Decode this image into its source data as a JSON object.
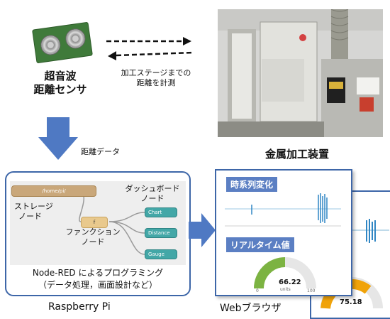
{
  "sensor": {
    "label_line1": "超音波",
    "label_line2": "距離センサ"
  },
  "measure": {
    "line1": "加工ステージまでの",
    "line2": "距離を計測"
  },
  "machine": {
    "label": "金属加工装置"
  },
  "flow": {
    "distance_data": "距離データ"
  },
  "node_red": {
    "storage_node": "/home/pi/",
    "function_node": "f",
    "nodes": [
      "Chart",
      "Distance",
      "Gauge"
    ],
    "storage_label_line1": "ストレージ",
    "storage_label_line2": "ノード",
    "function_label_line1": "ファンクション",
    "function_label_line2": "ノード",
    "dashboard_label_line1": "ダッシュボード",
    "dashboard_label_line2": "ノード",
    "caption_line1": "Node-RED によるプログラミング",
    "caption_line2": "（データ処理，画面設計など）"
  },
  "device": {
    "label": "Raspberry Pi"
  },
  "browser": {
    "label": "Webブラウザ",
    "timeseries_title": "時系列変化",
    "realtime_title": "リアルタイム値",
    "gauge_value_front": "66.22",
    "gauge_value_back": "75.18",
    "gauge_min": "0",
    "gauge_max": "100",
    "gauge_units": "units",
    "gauge_color_front": "#7cb342",
    "gauge_color_back": "#f0a30a"
  },
  "colors": {
    "accent": "#3d66a8",
    "arrow": "#4f79c3",
    "label_bg": "#5b7fc3"
  }
}
